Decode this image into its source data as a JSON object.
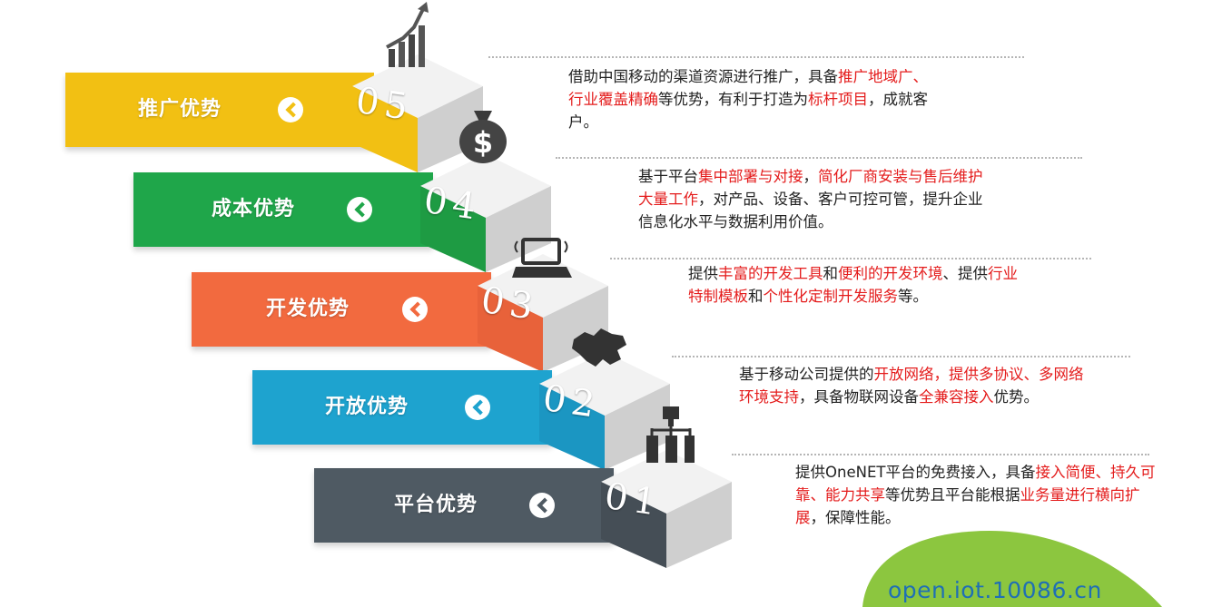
{
  "steps": [
    {
      "num": "05",
      "label": "推广优势",
      "color": "#f2c013",
      "side": "#e8c400",
      "icon": "rising-bar-chart-icon",
      "desc": [
        {
          "t": "借助中国移动的渠道资源进行推广，具备",
          "hl": false
        },
        {
          "t": "推广地域广、行业覆盖精确",
          "hl": true
        },
        {
          "t": "等优势，有利于打造为",
          "hl": false
        },
        {
          "t": "标杆项目",
          "hl": true
        },
        {
          "t": "，成就客户。",
          "hl": false
        }
      ]
    },
    {
      "num": "04",
      "label": "成本优势",
      "color": "#1fa64a",
      "side": "#1e9b43",
      "icon": "money-bag-icon",
      "desc": [
        {
          "t": "基于平台",
          "hl": false
        },
        {
          "t": "集中部署与对接",
          "hl": true
        },
        {
          "t": "，",
          "hl": false
        },
        {
          "t": "简化厂商安装与售后维护大量工作",
          "hl": true
        },
        {
          "t": "，对产品、设备、客户可控可管，提升企业信息化水平与数据利用价值。",
          "hl": false
        }
      ]
    },
    {
      "num": "03",
      "label": "开发优势",
      "color": "#f26a3f",
      "side": "#e8623a",
      "icon": "laptop-icon",
      "desc": [
        {
          "t": "提供",
          "hl": false
        },
        {
          "t": "丰富的开发工具",
          "hl": true
        },
        {
          "t": "和",
          "hl": false
        },
        {
          "t": "便利的开发环境",
          "hl": true
        },
        {
          "t": "、提供",
          "hl": false
        },
        {
          "t": "行业特制模板",
          "hl": true
        },
        {
          "t": "和",
          "hl": false
        },
        {
          "t": "个性化定制开发服务",
          "hl": true
        },
        {
          "t": "等。",
          "hl": false
        }
      ]
    },
    {
      "num": "02",
      "label": "开放优势",
      "color": "#1ea3cf",
      "side": "#1b96c2",
      "icon": "map-region-icon",
      "desc": [
        {
          "t": "基于移动公司提供的",
          "hl": false
        },
        {
          "t": "开放网络，提供多协议、多网络环境支持",
          "hl": true
        },
        {
          "t": "，具备物联网设备",
          "hl": false
        },
        {
          "t": "全兼容接入",
          "hl": true
        },
        {
          "t": "优势。",
          "hl": false
        }
      ]
    },
    {
      "num": "01",
      "label": "平台优势",
      "color": "#4f5a63",
      "side": "#454e56",
      "icon": "server-network-icon",
      "desc": [
        {
          "t": "提供OneNET平台的免费接入，具备",
          "hl": false
        },
        {
          "t": "接入简便、持久可靠、能力共享",
          "hl": true
        },
        {
          "t": "等优势且平台能根据",
          "hl": false
        },
        {
          "t": "业务量进行横向扩展",
          "hl": true
        },
        {
          "t": "，保障性能。",
          "hl": false
        }
      ]
    }
  ],
  "footer": {
    "site": "open.iot.10086.cn",
    "blob_color": "#8cc63f"
  }
}
